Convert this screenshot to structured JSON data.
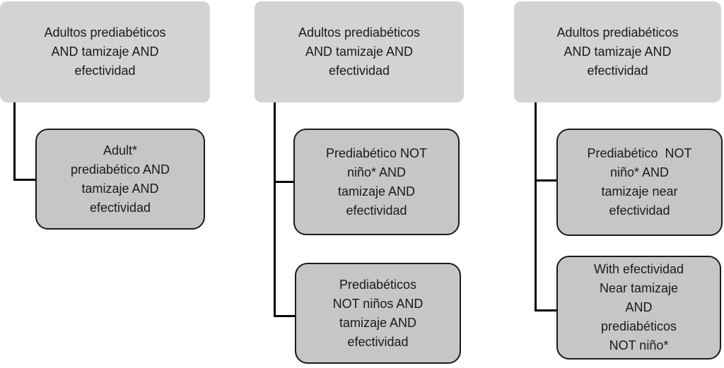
{
  "diagram": {
    "description": "Search strategy flowchart with three columns of query boxes",
    "colors": {
      "background": "#ffffff",
      "parent_fill": "#d3d3d3",
      "child_fill": "#c6c6c6",
      "child_border": "#1a1a1a",
      "connector": "#000000",
      "text": "#1a1a1a"
    },
    "columns": [
      {
        "parent": {
          "text": "Adultos prediabéticos\nAND tamizaje AND\nefectividad"
        },
        "children": [
          {
            "text": "Adult*\nprediabético AND\ntamizaje AND\nefectividad"
          }
        ]
      },
      {
        "parent": {
          "text": "Adultos prediabéticos\nAND tamizaje AND\nefectividad"
        },
        "children": [
          {
            "text": "Prediabético NOT\nniño* AND\ntamizaje AND\nefectividad"
          },
          {
            "text": "Prediabéticos\nNOT niños AND\ntamizaje AND\nefectividad"
          }
        ]
      },
      {
        "parent": {
          "text": "Adultos prediabéticos\nAND tamizaje AND\nefectividad"
        },
        "children": [
          {
            "text": "Prediabético  NOT\nniño* AND\ntamizaje near\nefectividad"
          },
          {
            "text": "With efectividad\nNear tamizaje\nAND\nprediabéticos\nNOT niño*"
          }
        ]
      }
    ]
  }
}
